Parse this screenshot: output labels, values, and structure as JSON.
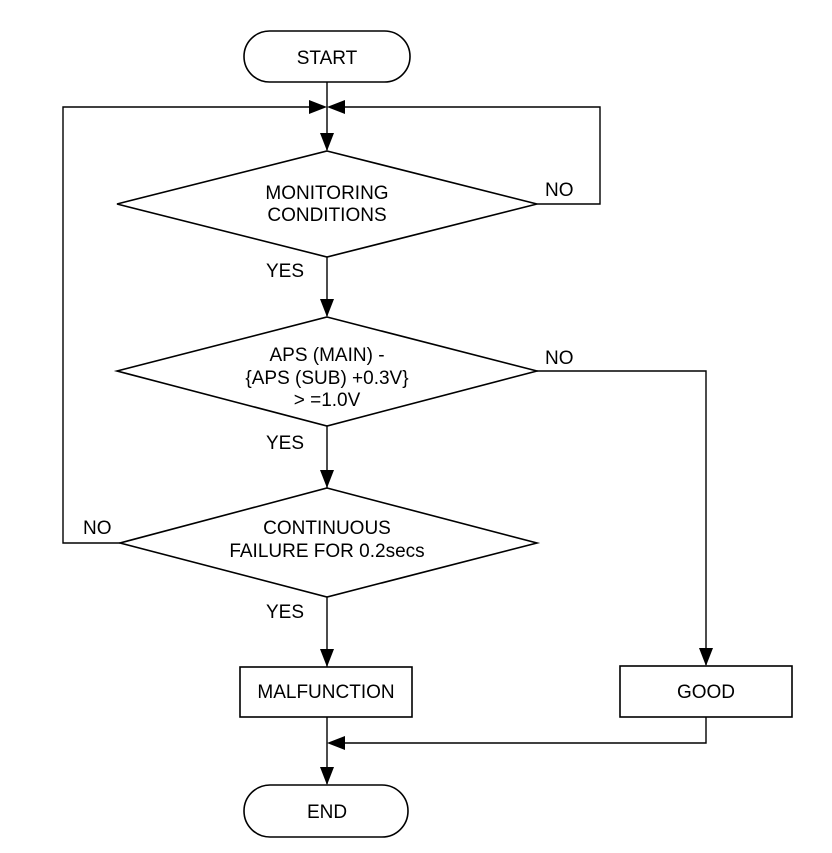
{
  "flowchart": {
    "start": "START",
    "end": "END",
    "decision_1": {
      "line1": "MONITORING",
      "line2": "CONDITIONS",
      "yes": "YES",
      "no": "NO"
    },
    "decision_2": {
      "line1": "APS (MAIN) -",
      "line2": "{APS (SUB) +0.3V}",
      "line3": "> =1.0V",
      "yes": "YES",
      "no": "NO"
    },
    "decision_3": {
      "line1": "CONTINUOUS",
      "line2": "FAILURE FOR 0.2secs",
      "yes": "YES",
      "no": "NO"
    },
    "malfunction": "MALFUNCTION",
    "good": "GOOD"
  }
}
